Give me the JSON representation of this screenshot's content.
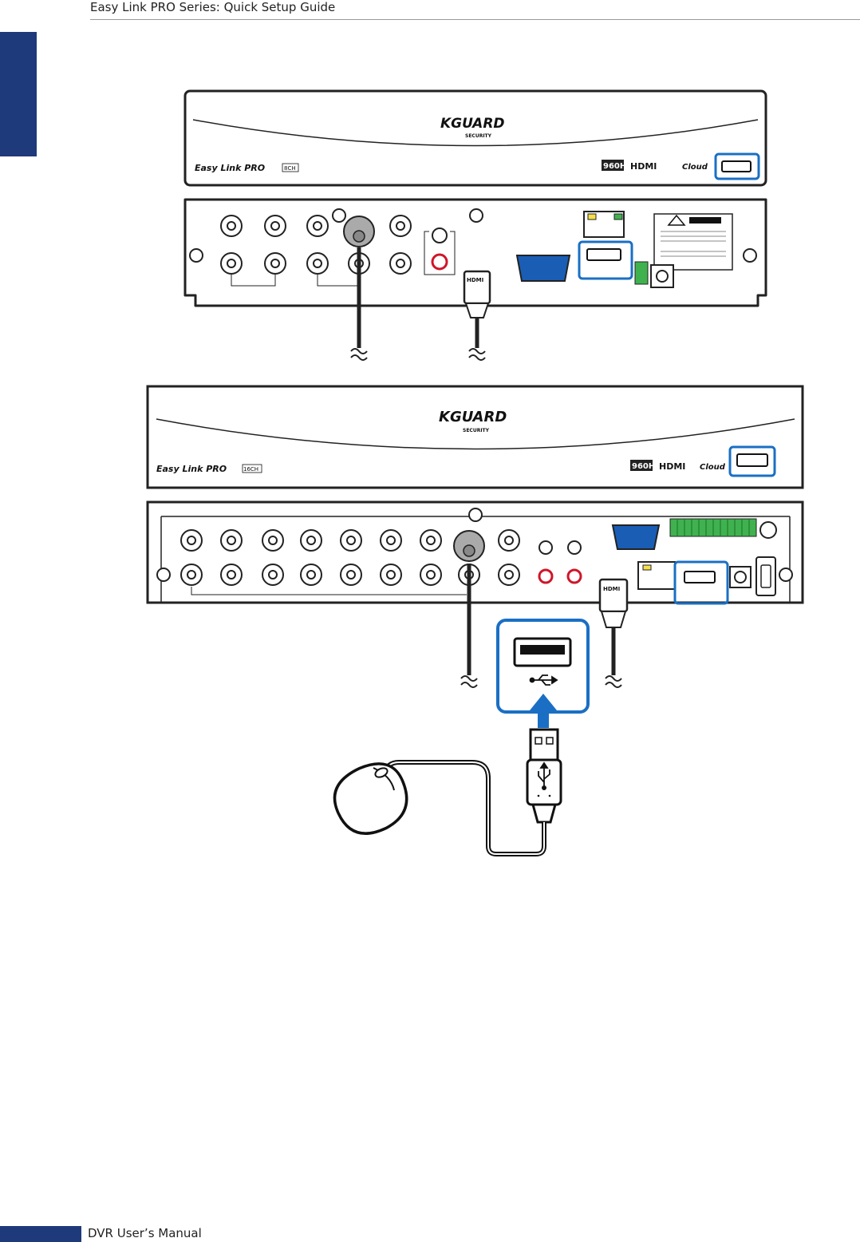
{
  "header": {
    "title": "Easy Link PRO Series: Quick Setup Guide"
  },
  "footer": {
    "title": "DVR User’s Manual"
  },
  "figure": {
    "dvr_8ch": {
      "brand": "KGUARD",
      "brand_sub": "SECURITY",
      "model": "Easy Link PRO",
      "channels": "8CH",
      "badge_960h": "960H",
      "badge_hdmi": "HDMI",
      "badge_cloud": "Cloud"
    },
    "dvr_16ch": {
      "brand": "KGUARD",
      "brand_sub": "SECURITY",
      "model": "Easy Link PRO",
      "channels": "16CH",
      "badge_960h": "960H",
      "badge_hdmi": "HDMI",
      "badge_cloud": "Cloud"
    },
    "hdmi_plug_label": "HDMI",
    "highlight_color": "#1a6fc4",
    "icons": [
      "usb-port-icon",
      "usb-symbol-icon",
      "mouse-icon",
      "usb-plug-icon",
      "arrow-up-icon",
      "bnc-connector-icon",
      "hdmi-plug-icon",
      "vga-port-icon",
      "rj45-port-icon",
      "rca-jack-icon"
    ]
  }
}
